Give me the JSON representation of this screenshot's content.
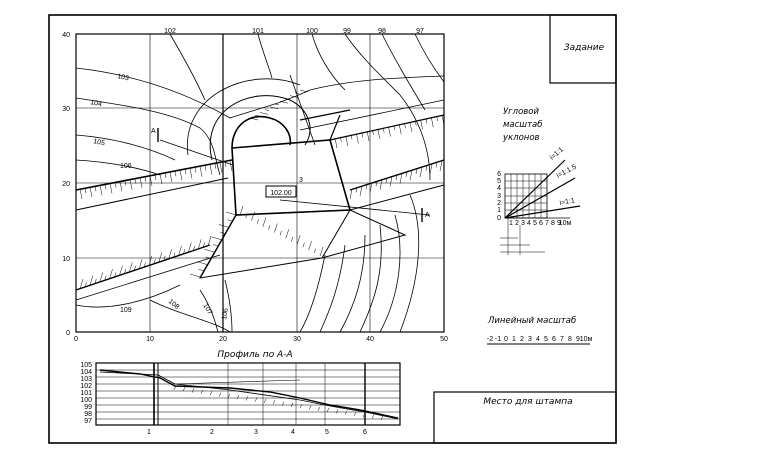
{
  "title_block": {
    "assignment": "Задание",
    "stamp": "Место для штампа"
  },
  "grid": {
    "x_ticks": [
      "0",
      "10",
      "20",
      "30",
      "40",
      "50"
    ],
    "y_ticks": [
      "0",
      "10",
      "20",
      "30",
      "40"
    ]
  },
  "contours_top": [
    "102",
    "101",
    "100",
    "99",
    "98",
    "97"
  ],
  "contours_left": [
    "103",
    "104",
    "105",
    "106"
  ],
  "contours_bottom": [
    "109",
    "108",
    "107",
    "106"
  ],
  "marks": {
    "section": "А",
    "level": "102.00",
    "pt": "3"
  },
  "slope_scale": {
    "title_line1": "Угловой",
    "title_line2": "масштаб",
    "title_line3": "уклонов",
    "rows": [
      "6",
      "5",
      "4",
      "3",
      "2",
      "1",
      "0"
    ],
    "cols": [
      "1",
      "2",
      "3",
      "4",
      "5",
      "6",
      "7",
      "8",
      "9",
      "10м"
    ],
    "ratio_a": "i=1:1",
    "ratio_b": "i=1:1.5",
    "ratio_c": "i=1:1"
  },
  "linear_scale": {
    "title": "Линейный масштаб",
    "labels": [
      "-2",
      "-1",
      "0",
      "1",
      "2",
      "3",
      "4",
      "5",
      "6",
      "7",
      "8",
      "9",
      "10м"
    ]
  },
  "profile": {
    "title": "Профиль по А-А",
    "levels": [
      "105",
      "104",
      "103",
      "102",
      "101",
      "100",
      "99",
      "98",
      "97"
    ],
    "points": [
      "1",
      "2",
      "3",
      "4",
      "5",
      "6"
    ]
  }
}
